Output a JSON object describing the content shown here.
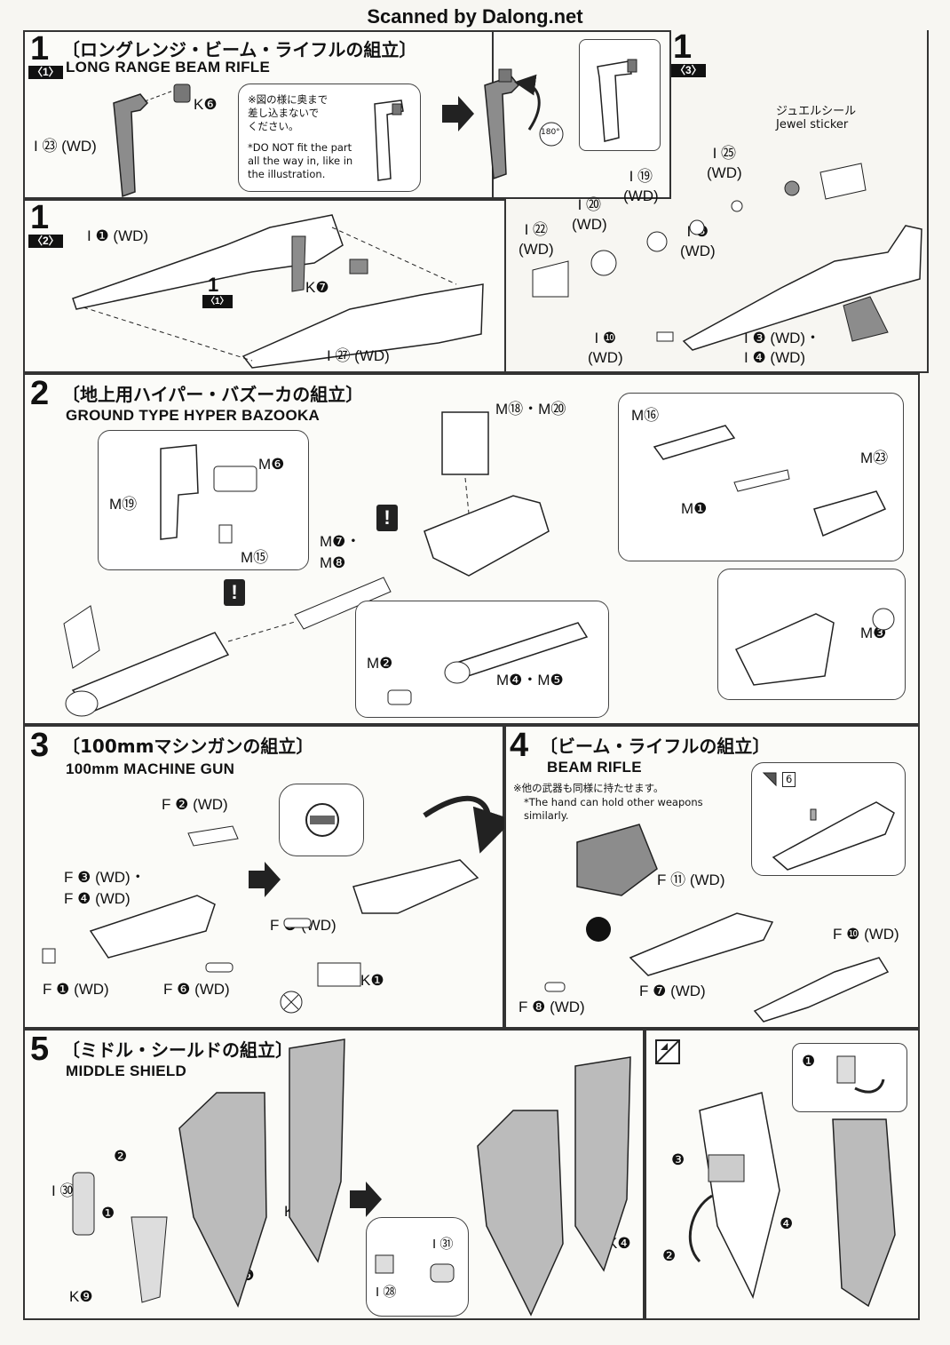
{
  "banner": "Scanned by Dalong.net",
  "step1": {
    "number": "1",
    "sub1": "〈1〉",
    "sub2": "〈2〉",
    "sub3": "〈3〉",
    "title_jp": "〔ロングレンジ・ビーム・ライフルの組立〕",
    "title_en": "LONG RANGE BEAM RIFLE",
    "labels": {
      "i23": "I ㉓ (WD)",
      "k6": "K❻",
      "i1": "I ❶ (WD)",
      "k7": "K❼",
      "i27": "I ㉗ (WD)",
      "i25": "I ㉕\n(WD)",
      "i19": "I ⑲\n(WD)",
      "i20": "I ⑳\n(WD)",
      "i22": "I ㉒\n(WD)",
      "i8": "I ❽\n(WD)",
      "i10": "I ❿\n(WD)",
      "i3i4": "I ❸ (WD)・\nI ❹ (WD)",
      "jewel": "ジュエルシール\nJewel sticker",
      "rotate": "180°"
    },
    "note_jp": "※図の様に奥まで\n差し込まないで\nください。",
    "note_en": "*DO NOT fit the part\nall the way in, like in\nthe illustration."
  },
  "step2": {
    "number": "2",
    "title_jp": "〔地上用ハイパー・バズーカの組立〕",
    "title_en": "GROUND TYPE HYPER BAZOOKA",
    "labels": {
      "m6": "M❻",
      "m19": "M⑲",
      "m15": "M⑮",
      "m18m20": "M⑱・M⑳",
      "m7m8": "M❼・\nM❽",
      "m16": "M⑯",
      "m23": "M㉓",
      "m1": "M❶",
      "m3": "M❸",
      "m2": "M❷",
      "m4m5": "M❹・M❺"
    },
    "warn": "!"
  },
  "step3": {
    "number": "3",
    "title_jp": "〔100mmマシンガンの組立〕",
    "title_en": "100mm MACHINE GUN",
    "labels": {
      "f2": "F ❷ (WD)",
      "f3f4": "F ❸ (WD)・\nF ❹ (WD)",
      "f1": "F ❶ (WD)",
      "f6": "F ❻ (WD)",
      "f9": "F ❾ (WD)",
      "k1": "K❶"
    }
  },
  "step4": {
    "number": "4",
    "title_jp": "〔ビーム・ライフルの組立〕",
    "title_en": "BEAM RIFLE",
    "note_jp": "※他の武器も同様に持たせます。",
    "note_en": "*The hand can hold other weapons\nsimilarly.",
    "labels": {
      "f11": "F ⑪ (WD)",
      "f10": "F ❿ (WD)",
      "f7": "F ❼ (WD)",
      "f8": "F ❽ (WD)",
      "sticker6": "6"
    }
  },
  "step5": {
    "number": "5",
    "title_jp": "〔ミドル・シールドの組立〕",
    "title_en": "MIDDLE SHIELD",
    "labels": {
      "i30": "I ㉚",
      "k8": "K❽",
      "k5": "K❺",
      "k9": "K❾",
      "k4": "K❹",
      "i31": "I ㉛",
      "i28": "I ㉘",
      "n1": "❶",
      "n2": "❷",
      "n3": "❸",
      "n4": "❹"
    }
  }
}
